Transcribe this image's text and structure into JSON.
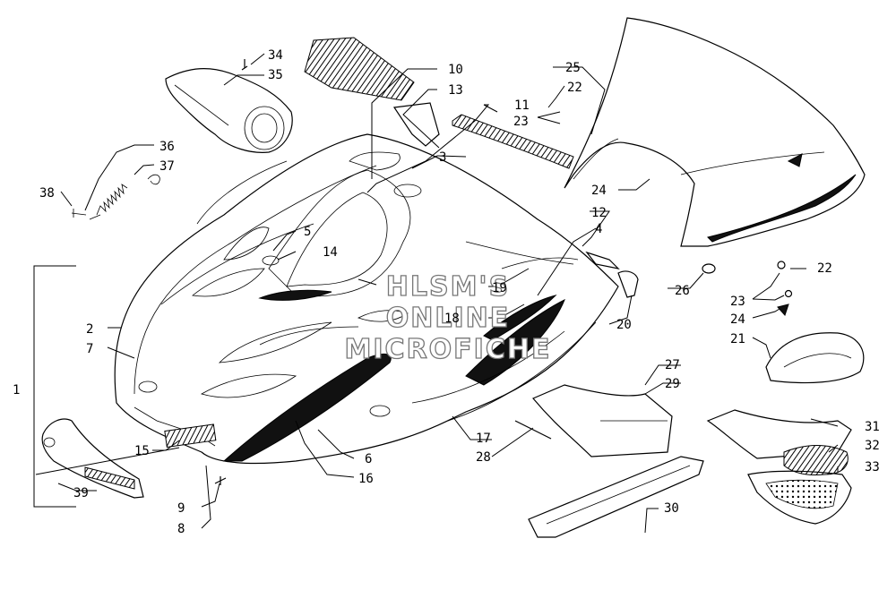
{
  "watermark": {
    "line1": "HLSM'S",
    "line2": "ONLINE",
    "line3": "MICROFICHE"
  },
  "callouts": {
    "c1": "1",
    "c2": "2",
    "c3": "3",
    "c4": "4",
    "c5": "5",
    "c6": "6",
    "c7": "7",
    "c8": "8",
    "c9": "9",
    "c10": "10",
    "c11": "11",
    "c12": "12",
    "c13": "13",
    "c14": "14",
    "c15": "15",
    "c16": "16",
    "c17": "17",
    "c18": "18",
    "c19": "19",
    "c20": "20",
    "c21": "21",
    "c22a": "22",
    "c22b": "22",
    "c23a": "23",
    "c23b": "23",
    "c24a": "24",
    "c24b": "24",
    "c25": "25",
    "c26": "26",
    "c27": "27",
    "c28": "28",
    "c29": "29",
    "c30": "30",
    "c31": "31",
    "c32": "32",
    "c33": "33",
    "c34": "34",
    "c35": "35",
    "c36": "36",
    "c37": "37",
    "c38": "38",
    "c39": "39"
  }
}
